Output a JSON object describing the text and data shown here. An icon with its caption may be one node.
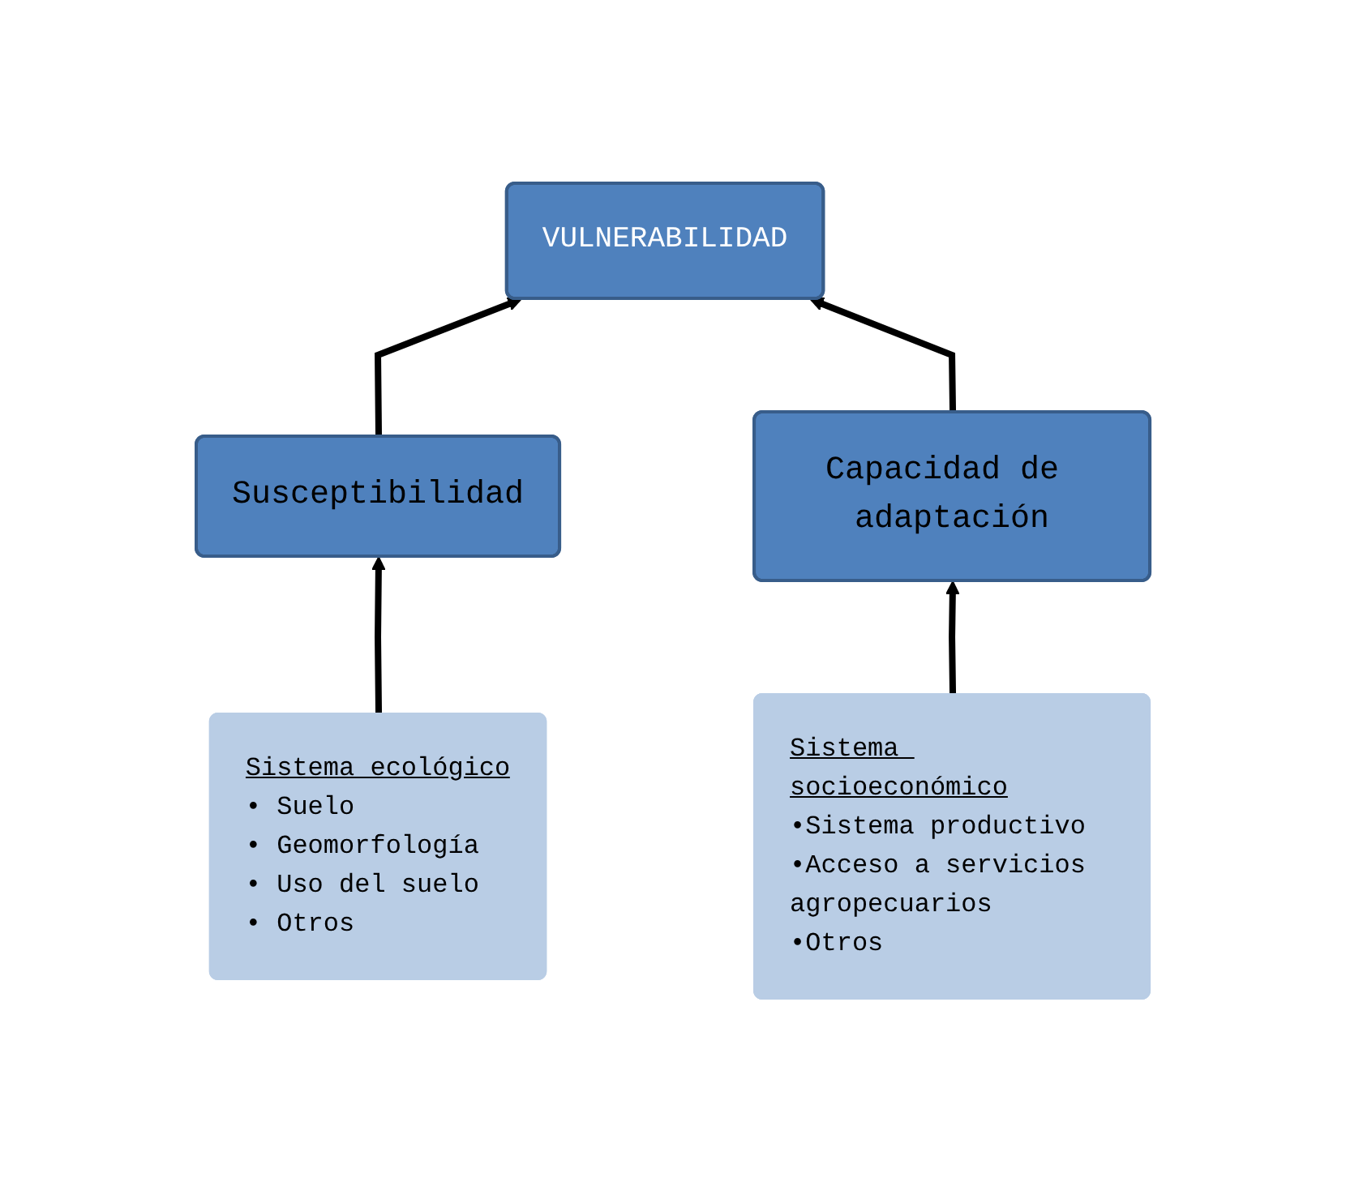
{
  "diagram": {
    "nodes": [
      {
        "text": [
          "VULNERABILIDAD"
        ]
      },
      {
        "text": [
          "Susceptibilidad"
        ]
      },
      {
        "text": [
          "Capacidad de adaptación"
        ]
      },
      {
        "text": [
          "Sistema ecológico",
          "• Suelo",
          "• Geomorfología",
          "• Uso del suelo",
          "• Otros"
        ]
      },
      {
        "text": [
          "Sistema socioeconómico",
          "•Sistema productivo",
          "•Acceso a servicios agropecuarios",
          "•Otros"
        ]
      }
    ],
    "edges": [
      {
        "from": 1,
        "to": 0,
        "arrow": "to"
      },
      {
        "from": 2,
        "to": 0,
        "arrow": "to"
      },
      {
        "from": 3,
        "to": 1,
        "arrow": "to"
      },
      {
        "from": 4,
        "to": 2,
        "arrow": "to"
      }
    ]
  }
}
